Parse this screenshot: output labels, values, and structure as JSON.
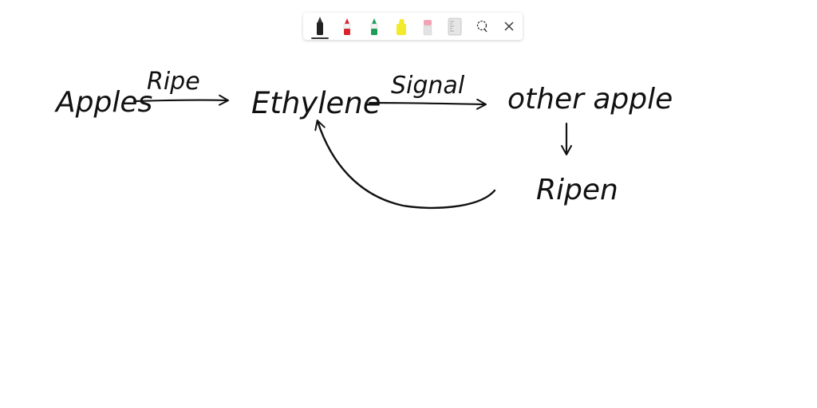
{
  "toolbar": {
    "tools": [
      {
        "name": "black-pen",
        "color": "#222222",
        "selected": true
      },
      {
        "name": "red-pen",
        "color": "#d9232e"
      },
      {
        "name": "green-pen",
        "color": "#1e9e5a"
      },
      {
        "name": "yellow-highlighter",
        "color": "#f3ea2a"
      },
      {
        "name": "eraser",
        "color": "#f2a3b3"
      },
      {
        "name": "ruler",
        "color": "#c9c9c9"
      },
      {
        "name": "lasso-icon"
      },
      {
        "name": "close-icon"
      }
    ]
  },
  "diagram": {
    "nodes": {
      "apples": "Apples",
      "ethylene": "Ethylene",
      "other_apple": "other apple",
      "ripen": "Ripen"
    },
    "edges": {
      "apples_to_ethylene": "Ripe",
      "ethylene_to_other_apple": "Signal"
    },
    "ink_color": "#111111"
  }
}
